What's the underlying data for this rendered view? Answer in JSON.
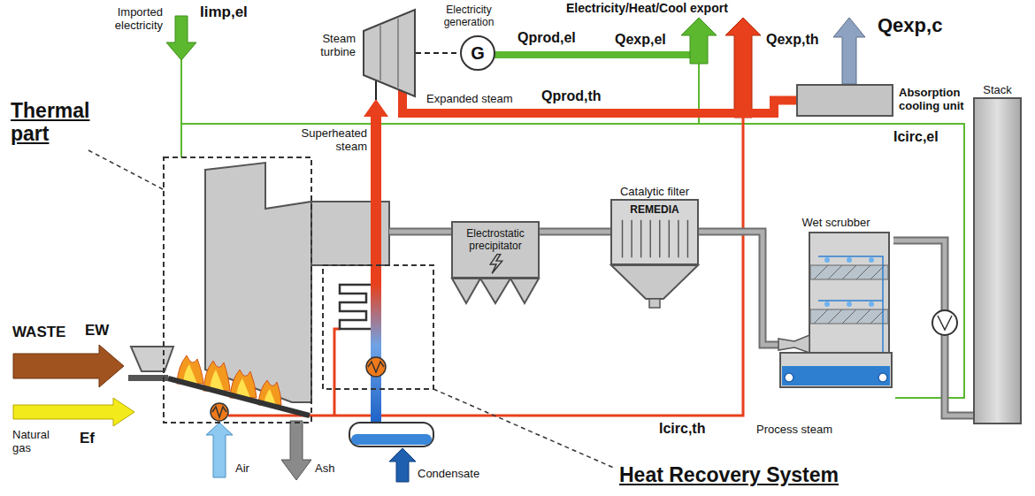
{
  "diagram": {
    "nodes": [
      {
        "text": [
          "Steam turbine"
        ]
      },
      {
        "text": [
          "G"
        ]
      },
      {
        "text": [
          "Absorption cooling unit"
        ]
      },
      {
        "text": [
          "Electrostatic precipitator"
        ]
      },
      {
        "text": [
          "Catalytic filter",
          "REMEDIA"
        ]
      },
      {
        "text": [
          "Wet scrubber"
        ]
      },
      {
        "text": [
          "Stack"
        ]
      }
    ],
    "edges": [
      {
        "from": 0,
        "to": 1,
        "arrow": "none"
      },
      {
        "from": 0,
        "to": 2,
        "arrow": "none"
      },
      {
        "from": 3,
        "to": 4,
        "arrow": "none"
      },
      {
        "from": 4,
        "to": 5,
        "arrow": "none"
      },
      {
        "from": 5,
        "to": 6,
        "arrow": "none"
      }
    ],
    "labels": [
      "Imported electricity",
      "Iimp,el",
      "Thermal part",
      "WASTE",
      "EW",
      "Natural gas",
      "Ef",
      "Electricity generation",
      "Qprod,el",
      "Superheated steam",
      "Expanded steam",
      "Qprod,th",
      "Electricity/Heat/Cool export",
      "Qexp,el",
      "Qexp,th",
      "Qexp,c",
      "Icirc,el",
      "Icirc,th",
      "Process steam",
      "Air",
      "Ash",
      "Condensate",
      "Heat Recovery System"
    ]
  }
}
